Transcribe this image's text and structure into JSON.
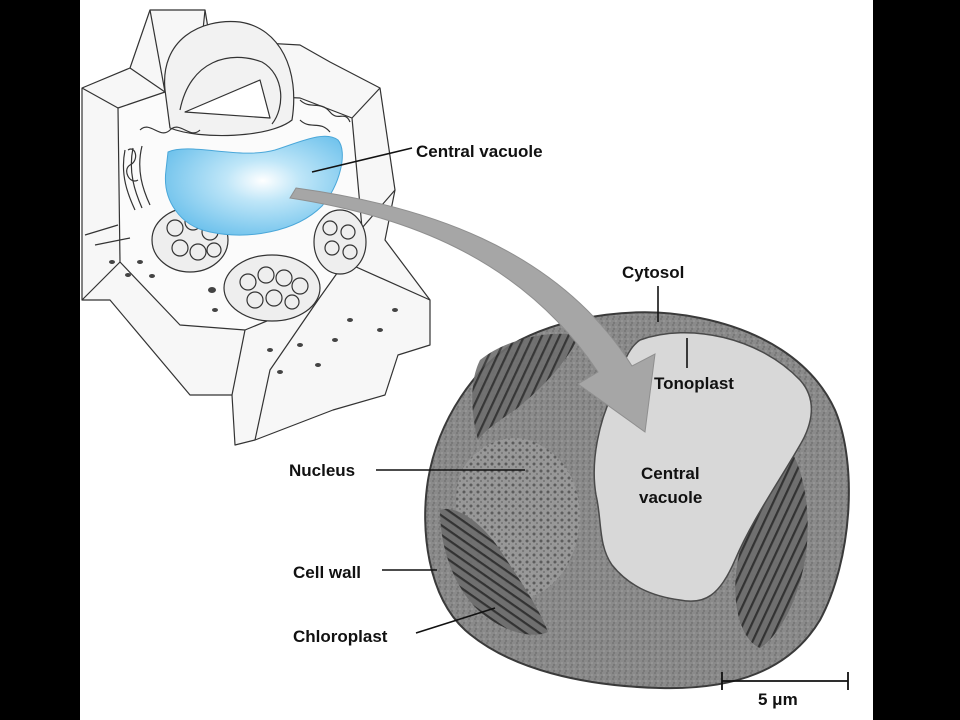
{
  "labels": {
    "central_vacuole_top": "Central vacuole",
    "cytosol": "Cytosol",
    "tonoplast": "Tonoplast",
    "central_vacuole_line1": "Central",
    "central_vacuole_line2": "vacuole",
    "nucleus": "Nucleus",
    "cell_wall": "Cell wall",
    "chloroplast": "Chloroplast",
    "scale_bar": "5 μm"
  },
  "colors": {
    "vacuole_blue": "#7cc9ee",
    "micrograph_cytoplasm": "#8c8c8c",
    "micrograph_vacuole": "#d9d9d9",
    "arrow_gray": "#a9a9a9"
  }
}
